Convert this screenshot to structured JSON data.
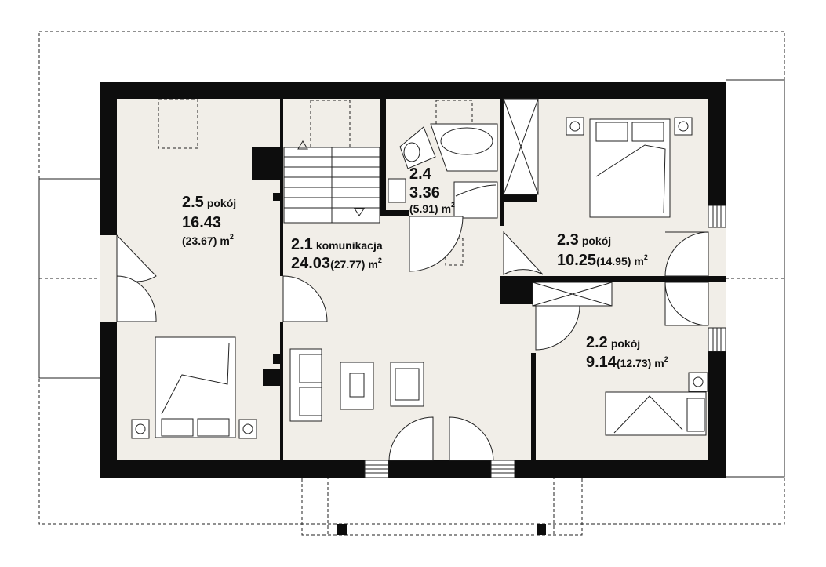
{
  "rooms": {
    "r25": {
      "number": "2.5",
      "name": "pokój",
      "area": "16.43",
      "area_total": "(23.67)",
      "unit": "m",
      "sup": "2"
    },
    "r21": {
      "number": "2.1",
      "name": "komunikacja",
      "area": "24.03",
      "area_total": "(27.77)",
      "unit": "m",
      "sup": "2"
    },
    "r24": {
      "number": "2.4",
      "name": "",
      "area": "3.36",
      "area_total": "(5.91)",
      "unit": "m",
      "sup": "2"
    },
    "r23": {
      "number": "2.3",
      "name": "pokój",
      "area": "10.25",
      "area_total": "(14.95)",
      "unit": "m",
      "sup": "2"
    },
    "r22": {
      "number": "2.2",
      "name": "pokój",
      "area": "9.14",
      "area_total": "(12.73)",
      "unit": "m",
      "sup": "2"
    }
  },
  "colors": {
    "wall": "#0d0d0d",
    "floor": "#f1eee8",
    "line": "#222222"
  }
}
